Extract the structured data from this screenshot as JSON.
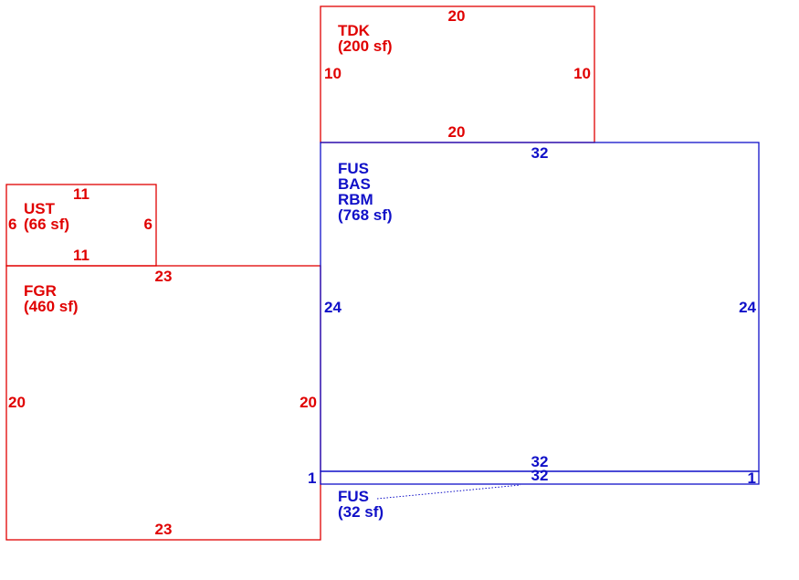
{
  "colors": {
    "exterior": "#e00000",
    "living": "#1010c8",
    "background": "#ffffff"
  },
  "areas": {
    "tdk": {
      "code": "TDK",
      "area": "(200 sf)",
      "dims": {
        "top": "20",
        "bottom": "20",
        "left": "10",
        "right": "10"
      }
    },
    "main": {
      "codes": [
        "FUS",
        "BAS",
        "RBM"
      ],
      "area": "(768 sf)",
      "dims": {
        "top": "32",
        "bottom": "32",
        "left": "24",
        "right": "24"
      }
    },
    "ust": {
      "code": "UST",
      "area": "(66 sf)",
      "dims": {
        "top": "11",
        "bottom": "11",
        "left": "6",
        "right": "6"
      }
    },
    "fgr": {
      "code": "FGR",
      "area": "(460 sf)",
      "dims": {
        "top": "23",
        "bottom": "23",
        "left": "20",
        "right": "20"
      }
    },
    "strip": {
      "code": "FUS",
      "area": "(32 sf)",
      "dims": {
        "top": "32",
        "left": "1",
        "right": "1"
      }
    }
  }
}
